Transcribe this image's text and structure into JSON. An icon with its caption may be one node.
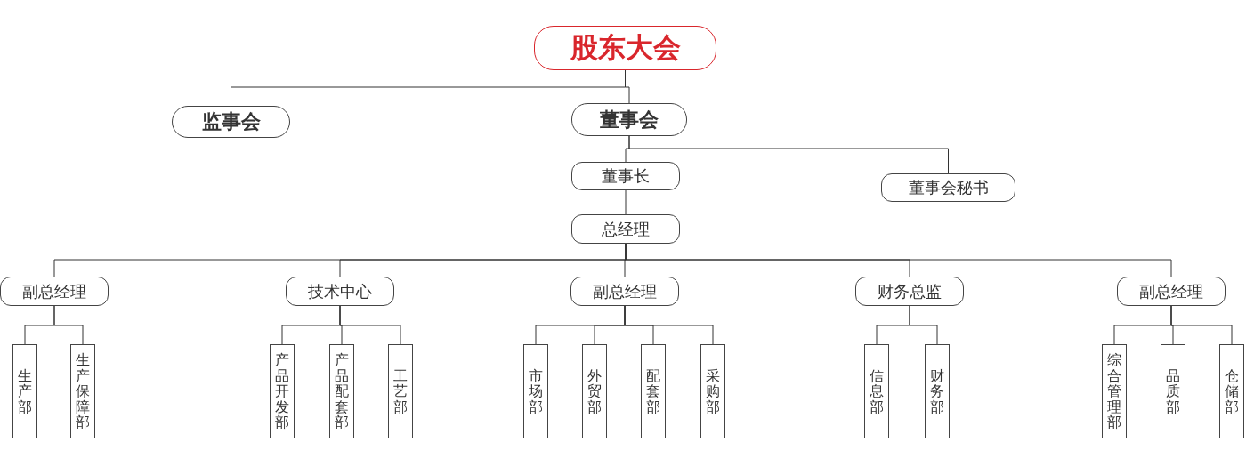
{
  "diagram": {
    "nodes": [
      {
        "text": [
          "股东大会"
        ]
      },
      {
        "text": [
          "监事会"
        ]
      },
      {
        "text": [
          "董事会"
        ]
      },
      {
        "text": [
          "董事长"
        ]
      },
      {
        "text": [
          "董事会秘书"
        ]
      },
      {
        "text": [
          "总经理"
        ]
      },
      {
        "text": [
          "副总经理"
        ]
      },
      {
        "text": [
          "技术中心"
        ]
      },
      {
        "text": [
          "副总经理"
        ]
      },
      {
        "text": [
          "财务总监"
        ]
      },
      {
        "text": [
          "副总经理"
        ]
      },
      {
        "text": [
          "生产部"
        ]
      },
      {
        "text": [
          "生产保障部"
        ]
      },
      {
        "text": [
          "产品开发部"
        ]
      },
      {
        "text": [
          "产品配套部"
        ]
      },
      {
        "text": [
          "工艺部"
        ]
      },
      {
        "text": [
          "市场部"
        ]
      },
      {
        "text": [
          "外贸部"
        ]
      },
      {
        "text": [
          "配套部"
        ]
      },
      {
        "text": [
          "采购部"
        ]
      },
      {
        "text": [
          "信息部"
        ]
      },
      {
        "text": [
          "财务部"
        ]
      },
      {
        "text": [
          "综合管理部"
        ]
      },
      {
        "text": [
          "品质部"
        ]
      },
      {
        "text": [
          "仓储部"
        ]
      }
    ],
    "edges": [
      {
        "from": 0,
        "to": 1,
        "arrow": "none"
      },
      {
        "from": 0,
        "to": 2,
        "arrow": "none"
      },
      {
        "from": 2,
        "to": 3,
        "arrow": "none"
      },
      {
        "from": 2,
        "to": 4,
        "arrow": "none"
      },
      {
        "from": 3,
        "to": 5,
        "arrow": "none"
      },
      {
        "from": 5,
        "to": 6,
        "arrow": "none"
      },
      {
        "from": 5,
        "to": 7,
        "arrow": "none"
      },
      {
        "from": 5,
        "to": 8,
        "arrow": "none"
      },
      {
        "from": 5,
        "to": 9,
        "arrow": "none"
      },
      {
        "from": 5,
        "to": 10,
        "arrow": "none"
      },
      {
        "from": 6,
        "to": 11,
        "arrow": "none"
      },
      {
        "from": 6,
        "to": 12,
        "arrow": "none"
      },
      {
        "from": 7,
        "to": 13,
        "arrow": "none"
      },
      {
        "from": 7,
        "to": 14,
        "arrow": "none"
      },
      {
        "from": 7,
        "to": 15,
        "arrow": "none"
      },
      {
        "from": 8,
        "to": 16,
        "arrow": "none"
      },
      {
        "from": 8,
        "to": 17,
        "arrow": "none"
      },
      {
        "from": 8,
        "to": 18,
        "arrow": "none"
      },
      {
        "from": 8,
        "to": 19,
        "arrow": "none"
      },
      {
        "from": 9,
        "to": 20,
        "arrow": "none"
      },
      {
        "from": 9,
        "to": 21,
        "arrow": "none"
      },
      {
        "from": 10,
        "to": 22,
        "arrow": "none"
      },
      {
        "from": 10,
        "to": 23,
        "arrow": "none"
      },
      {
        "from": 10,
        "to": 24,
        "arrow": "none"
      }
    ]
  }
}
